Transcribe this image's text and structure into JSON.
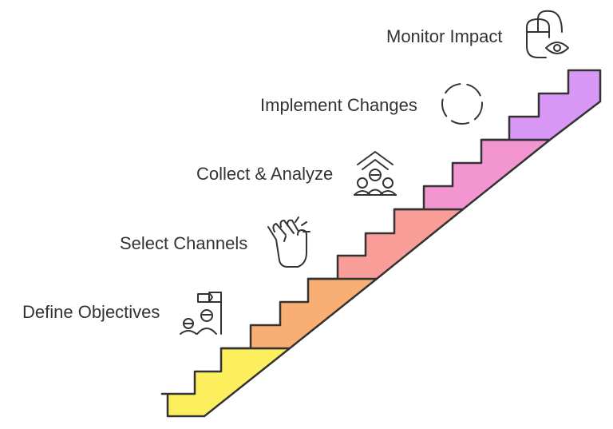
{
  "steps": [
    {
      "label": "Define Objectives",
      "color": "#FBEF5E",
      "icon": "team-flag-icon"
    },
    {
      "label": "Select Channels",
      "color": "#F9AF73",
      "icon": "clapping-hands-icon"
    },
    {
      "label": "Collect & Analyze",
      "color": "#F99D98",
      "icon": "group-upload-icon"
    },
    {
      "label": "Implement Changes",
      "color": "#F395D1",
      "icon": "dashed-circle-icon"
    },
    {
      "label": "Monitor Impact",
      "color": "#D897F4",
      "icon": "mouse-eye-icon"
    }
  ],
  "outline_color": "#333333"
}
